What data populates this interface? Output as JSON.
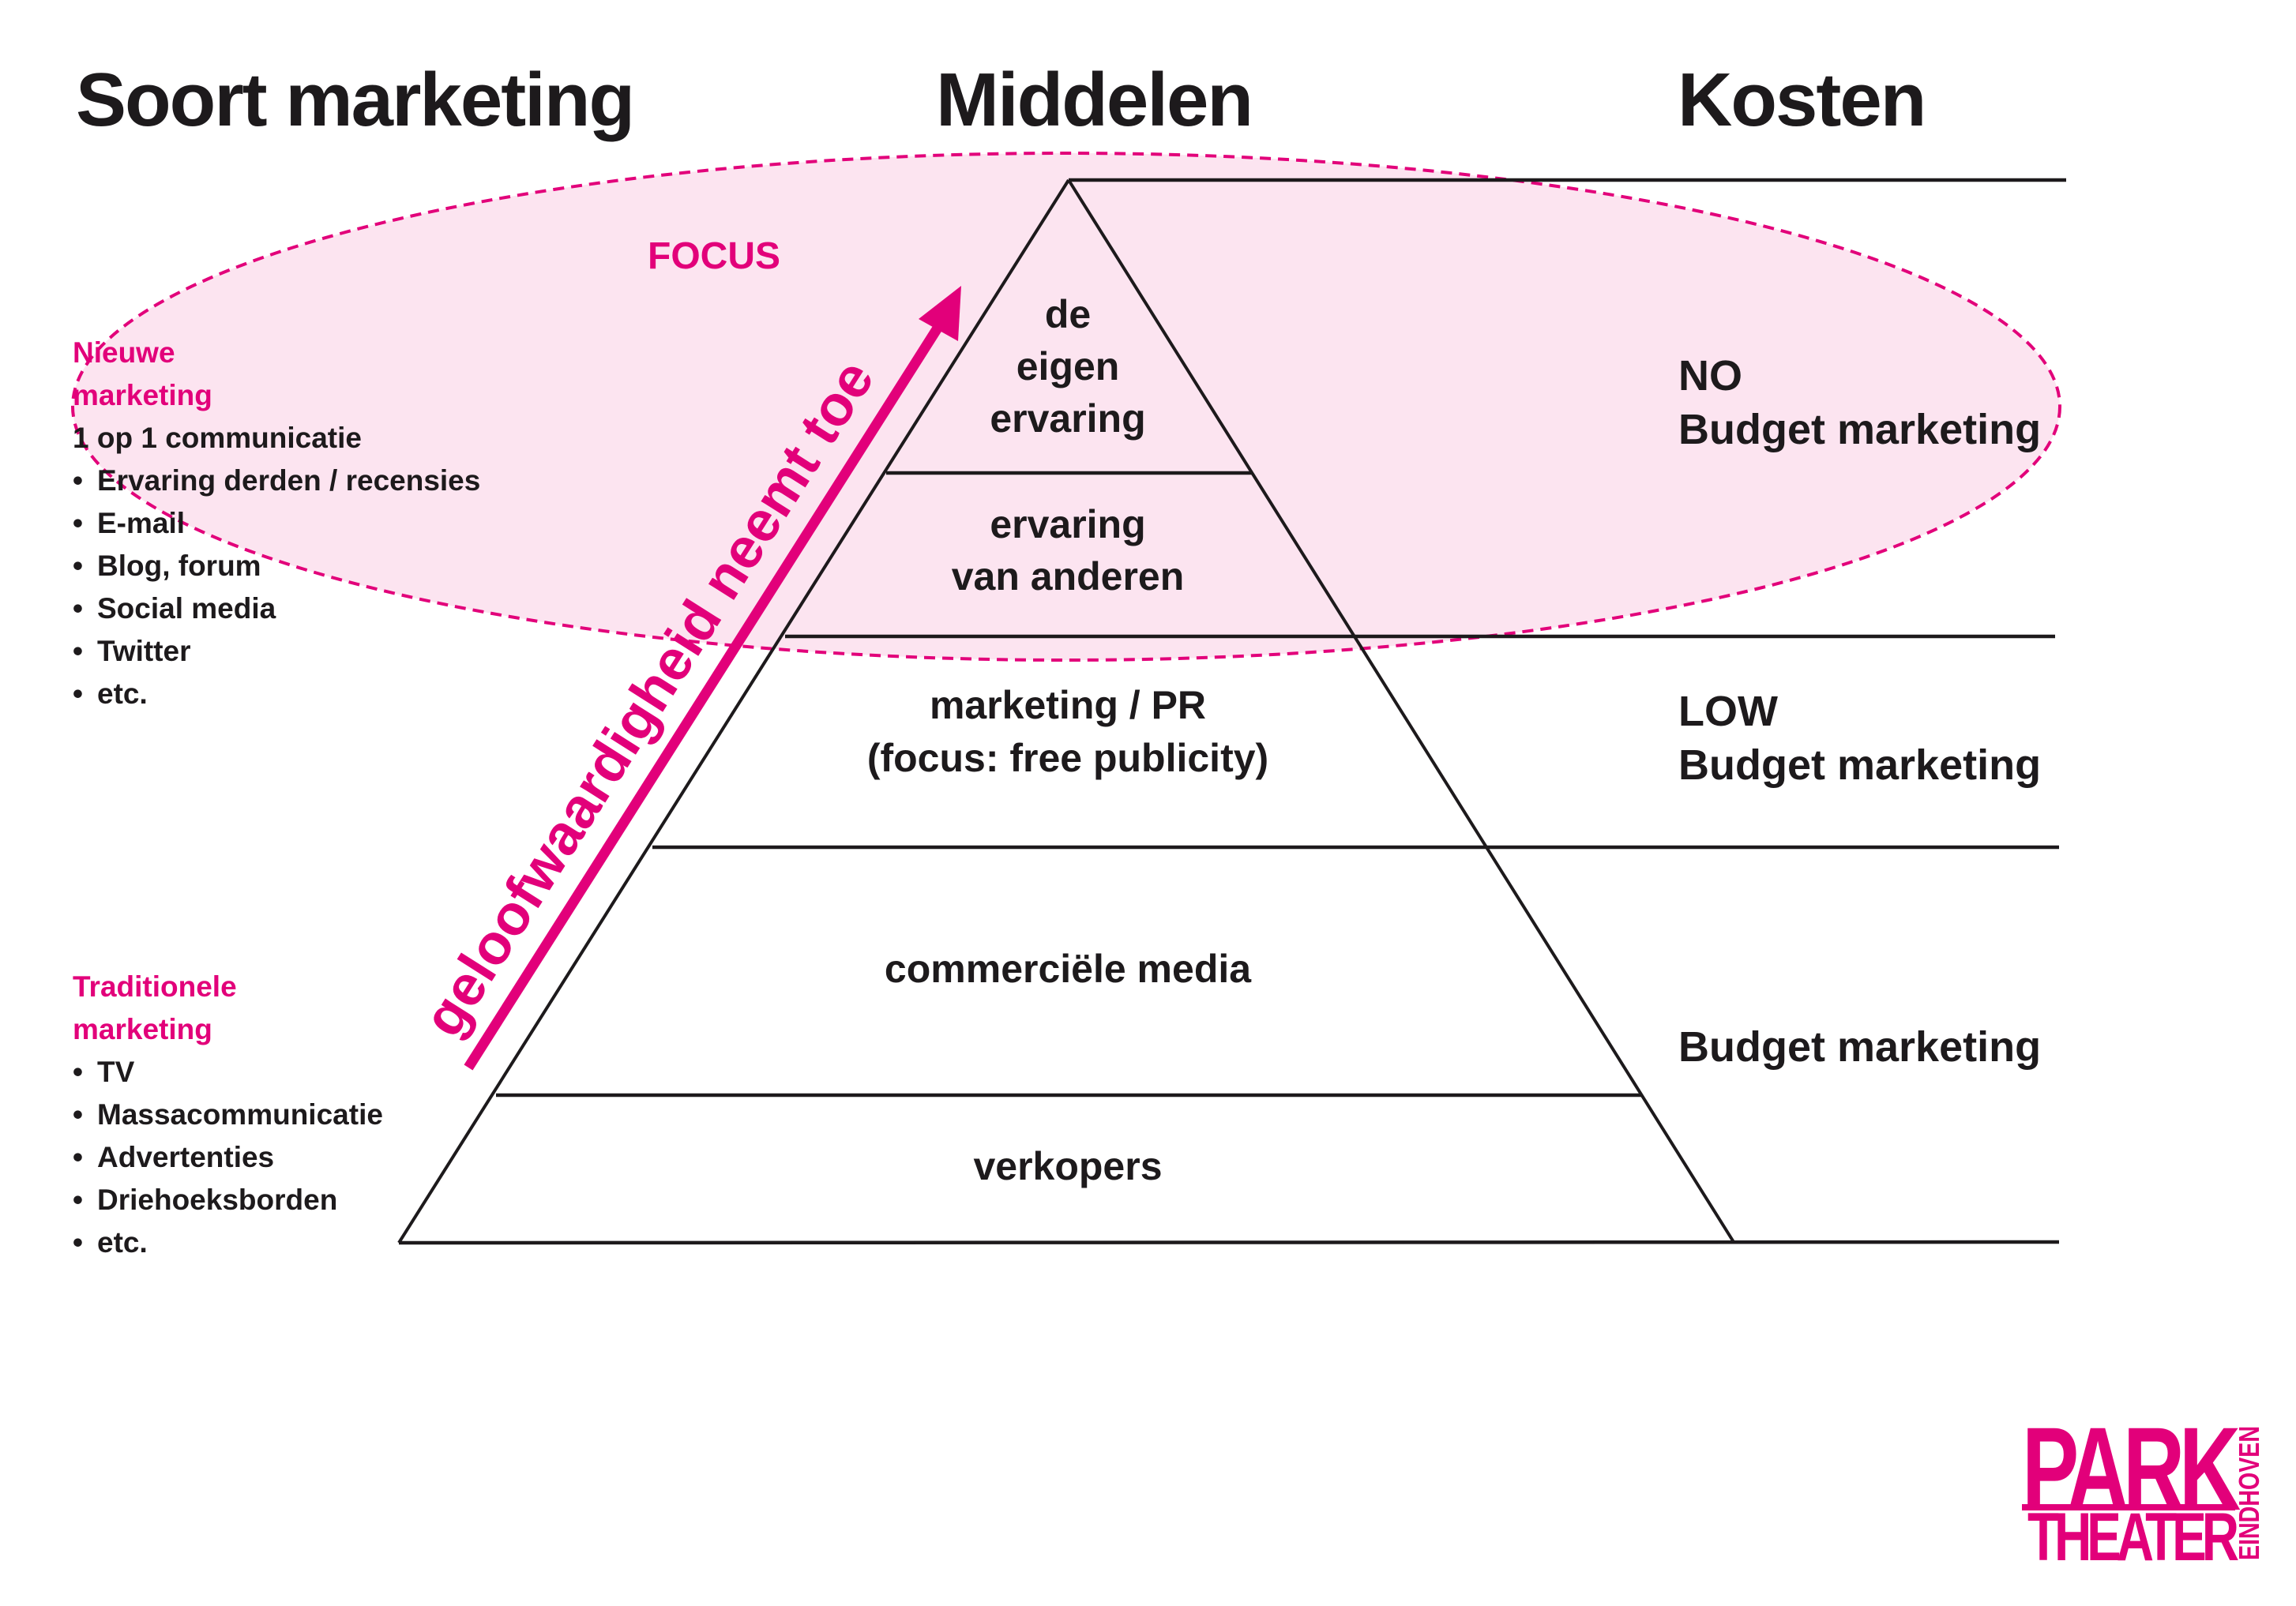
{
  "headers": {
    "type": "Soort marketing",
    "means": "Middelen",
    "costs": "Kosten"
  },
  "focus_label": "FOCUS",
  "credibility_arrow": "geloofwaardigheid neemt toe",
  "new_marketing": {
    "title_lines": [
      "Nieuwe",
      "marketing"
    ],
    "subtitle": "1 op 1 communicatie",
    "items": [
      "Ervaring derden / recensies",
      "E-mail",
      "Blog, forum",
      "Social media",
      "Twitter",
      "etc."
    ]
  },
  "traditional_marketing": {
    "title_lines": [
      "Traditionele",
      "marketing"
    ],
    "items": [
      "TV",
      "Massacommunicatie",
      "Advertenties",
      "Driehoeksborden",
      "etc."
    ]
  },
  "bullet": "•",
  "pyramid": {
    "levels": [
      {
        "lines": [
          "de",
          "eigen",
          "ervaring"
        ]
      },
      {
        "lines": [
          "ervaring",
          "van anderen"
        ]
      },
      {
        "lines": [
          "marketing / PR",
          "(focus: free publicity)"
        ]
      },
      {
        "lines": [
          "commerciële media"
        ]
      },
      {
        "lines": [
          "verkopers"
        ]
      }
    ]
  },
  "costs": [
    {
      "lines": [
        "NO",
        "Budget marketing"
      ]
    },
    {
      "lines": [
        "LOW",
        "Budget marketing"
      ]
    },
    {
      "lines": [
        "Budget marketing"
      ]
    }
  ],
  "logo": {
    "line1": "PARK",
    "line2": "THEATER",
    "city": "EINDHOVEN"
  },
  "colors": {
    "accent": "#e2007a",
    "focus_fill": "#fce4f0",
    "ink": "#1d1a1c"
  }
}
